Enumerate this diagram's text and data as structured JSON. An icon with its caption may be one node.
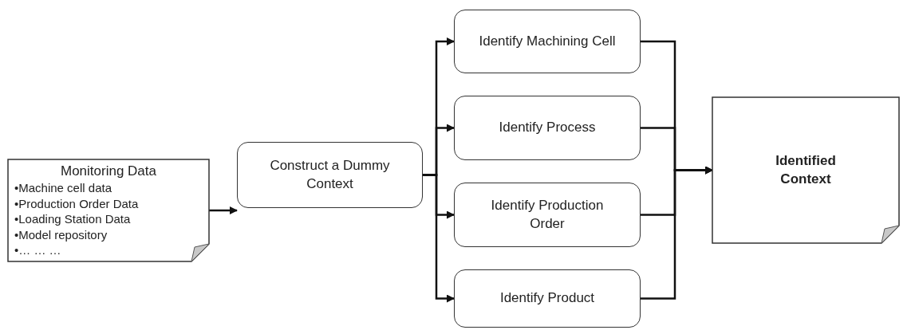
{
  "diagram": {
    "nodes": [
      {
        "text": [
          "Monitoring Data",
          "•Machine cell data",
          "•Production Order Data",
          "•Loading Station Data",
          "•Model repository",
          "•… … …"
        ]
      },
      {
        "text": [
          "Construct a Dummy Context"
        ]
      },
      {
        "text": [
          "Identify Machining Cell"
        ]
      },
      {
        "text": [
          "Identify Process"
        ]
      },
      {
        "text": [
          "Identify Production Order"
        ]
      },
      {
        "text": [
          "Identify Product"
        ]
      },
      {
        "text": [
          "Identified Context"
        ]
      }
    ],
    "edges": [
      {
        "from": 0,
        "to": 1,
        "arrow": "to"
      },
      {
        "from": 1,
        "to": 2,
        "arrow": "to"
      },
      {
        "from": 1,
        "to": 3,
        "arrow": "to"
      },
      {
        "from": 1,
        "to": 4,
        "arrow": "to"
      },
      {
        "from": 1,
        "to": 5,
        "arrow": "to"
      },
      {
        "from": 2,
        "to": 6,
        "arrow": "to"
      },
      {
        "from": 3,
        "to": 6,
        "arrow": "to"
      },
      {
        "from": 4,
        "to": 6,
        "arrow": "to"
      },
      {
        "from": 5,
        "to": 6,
        "arrow": "to"
      }
    ]
  }
}
